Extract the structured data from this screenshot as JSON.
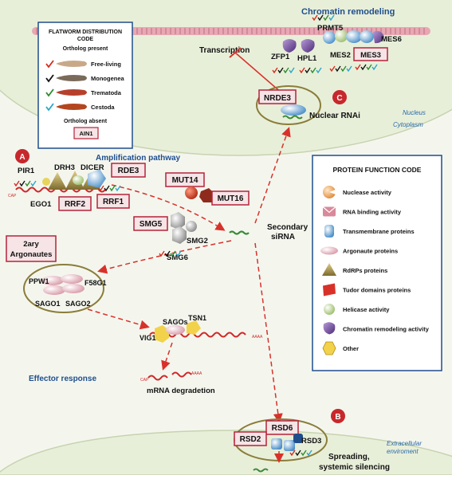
{
  "regions": {
    "nucleus": "Nucleus",
    "cytoplasm": "Cytoplasm",
    "extracellular": [
      "Extracellular",
      "enviroment"
    ]
  },
  "section_markers": {
    "a": "A",
    "b": "B",
    "c": "C"
  },
  "titles": {
    "chromatin_remodeling": "Chromatin remodeling",
    "amplification_pathway": "Amplification pathway",
    "nuclear_rnai": "Nuclear RNAi",
    "transcription": "Transcription",
    "secondary_sirna": [
      "Secondary",
      "siRNA"
    ],
    "effector_response": "Effector response",
    "mrna_degradation": "mRNA degradetion",
    "spreading": [
      "Spreading,",
      "systemic silencing"
    ]
  },
  "flatworm_legend": {
    "title": [
      "FLATWORM DISTRIBUTION",
      "CODE"
    ],
    "present_label": "Ortholog present",
    "absent_label": "Ortholog absent",
    "absent_example": "AIN1",
    "items": [
      {
        "label": "Free-living",
        "check_color": "#d62a1e"
      },
      {
        "label": "Monogenea",
        "check_color": "#111111"
      },
      {
        "label": "Trematoda",
        "check_color": "#2e8b2e"
      },
      {
        "label": "Cestoda",
        "check_color": "#2aa6c9"
      }
    ]
  },
  "protein_legend": {
    "title": "PROTEIN FUNCTION CODE",
    "items": [
      {
        "label": "Nuclease activity",
        "icon": "nuclease-icon"
      },
      {
        "label": "RNA binding activity",
        "icon": "rna-binding-icon"
      },
      {
        "label": "Transmembrane proteins",
        "icon": "transmembrane-icon"
      },
      {
        "label": "Argonaute proteins",
        "icon": "argonaute-icon"
      },
      {
        "label": "RdRPs proteins",
        "icon": "rdrp-icon"
      },
      {
        "label": "Tudor domains proteins",
        "icon": "tudor-icon"
      },
      {
        "label": "Helicase activity",
        "icon": "helicase-icon"
      },
      {
        "label": "Chromatin remodeling activity",
        "icon": "chromatin-icon"
      },
      {
        "label": "Other",
        "icon": "other-icon"
      }
    ]
  },
  "proteins": {
    "prmt5": "PRMT5",
    "zfp1": "ZFP1",
    "hpl1": "HPL1",
    "mes2": "MES2",
    "mes6": "MES6",
    "mes3": "MES3",
    "nrde3": "NRDE3",
    "pir1": "PIR1",
    "drh3": "DRH3",
    "dicer": "DICER",
    "rde3": "RDE3",
    "ego1": "EGO1",
    "rrf2": "RRF2",
    "rrf1": "RRF1",
    "mut14": "MUT14",
    "mut16": "MUT16",
    "smg5": "SMG5",
    "smg2": "SMG2",
    "smg6": "SMG6",
    "argonautes": [
      "2ary",
      "Argonautes"
    ],
    "ppw1": "PPW1",
    "f58g1": "F58G1",
    "sago1": "SAGO1",
    "sago2": "SAGO2",
    "sagos": "SAGOs",
    "tsn1": "TSN1",
    "vig1": "VIG1",
    "rsd6": "RSD6",
    "rsd2": "RSD2",
    "rsd3": "RSD3"
  },
  "rna_marks": {
    "cap": "CAP",
    "polya": "AAAA"
  },
  "colors": {
    "nucleus_fill": "#e8efd9",
    "cytoplasm_fill": "#f4f6ee",
    "box_border": "#b3243a",
    "box_fill": "#f6e4e6",
    "arrow": "#d8312a",
    "title_blue": "#1f4e8c",
    "rna": "#d02828"
  }
}
